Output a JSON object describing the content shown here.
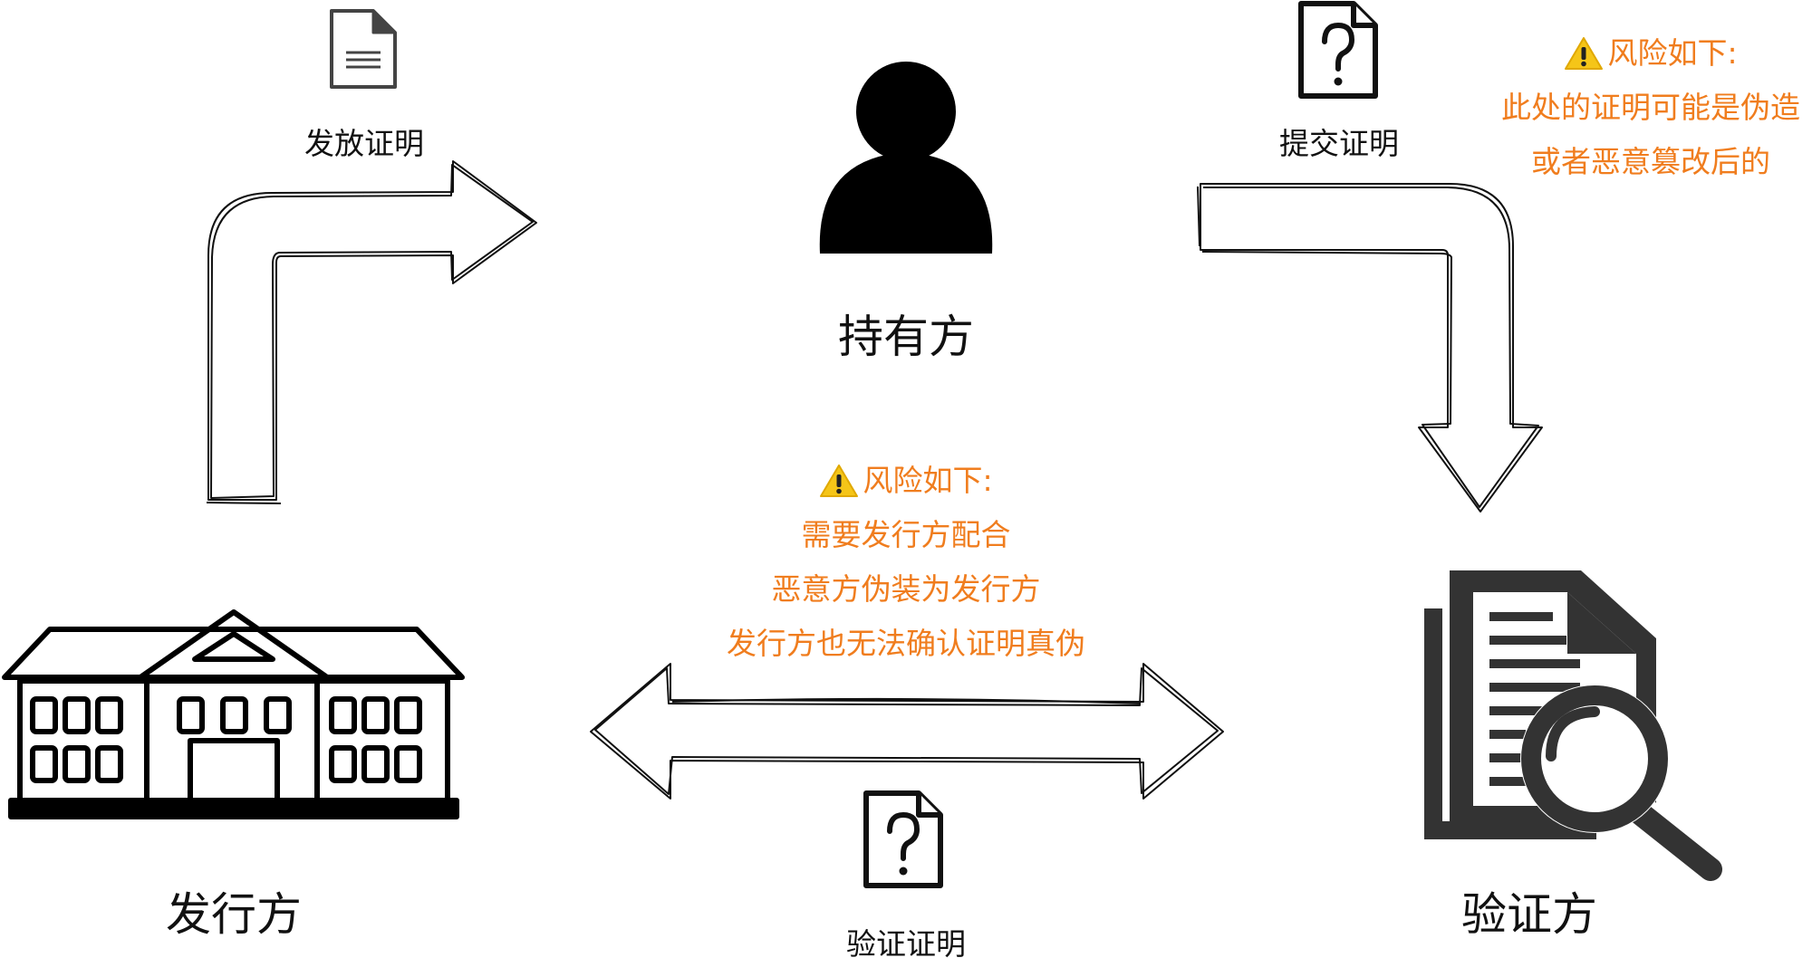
{
  "roles": {
    "holder": "持有方",
    "issuer": "发行方",
    "verifier": "验证方"
  },
  "flows": {
    "issue": "发放证明",
    "submit": "提交证明",
    "verify": "验证证明"
  },
  "risks": {
    "submit": {
      "title": "风险如下:",
      "lines": [
        "此处的证明可能是伪造",
        "或者恶意篡改后的"
      ]
    },
    "verify": {
      "title": "风险如下:",
      "lines": [
        "需要发行方配合",
        "恶意方伪装为发行方",
        "发行方也无法确认证明真伪"
      ]
    }
  },
  "colors": {
    "risk_text": "#f07d1e",
    "warning_icon": "#f5c518",
    "ink": "#111111",
    "verifier_icon": "#333333"
  },
  "icons": {
    "holder": "person-icon",
    "issuer": "building-icon",
    "verifier": "document-search-icon",
    "issue": "document-icon",
    "submit": "unknown-document-icon",
    "verify": "unknown-document-icon",
    "warning": "warning-icon"
  }
}
